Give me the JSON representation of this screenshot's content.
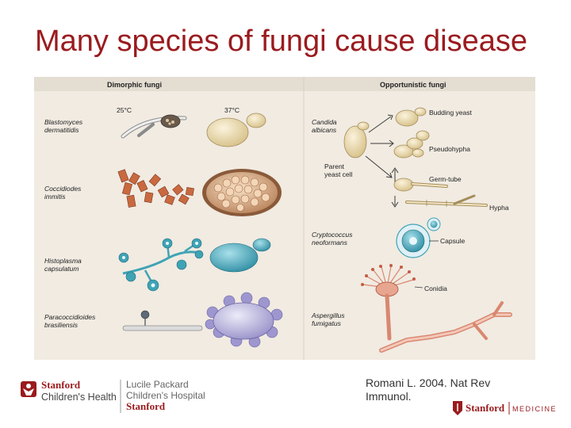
{
  "slide": {
    "title": "Many species of fungi cause disease",
    "citation_line1": "Romani L. 2004. Nat Rev",
    "citation_line2": "Immunol."
  },
  "figure": {
    "dimorphic_header": "Dimorphic fungi",
    "opportunistic_header": "Opportunistic fungi",
    "temp_25": "25°C",
    "temp_37": "37°C",
    "species_left": [
      {
        "line1": "Blastomyces",
        "line2": "dermatitidis"
      },
      {
        "line1": "Coccidiodes",
        "line2": "immitis"
      },
      {
        "line1": "Histoplasma",
        "line2": "capsulatum"
      },
      {
        "line1": "Paracoccidioides",
        "line2": "brasiliensis"
      }
    ],
    "species_right": [
      {
        "line1": "Candida",
        "line2": "albicans"
      },
      {
        "line1": "Cryptococcus",
        "line2": "neoformans"
      },
      {
        "line1": "Aspergillus",
        "line2": "fumigatus"
      }
    ],
    "candida_labels": {
      "budding_yeast": "Budding yeast",
      "pseudohypha": "Pseudohypha",
      "parent_line1": "Parent",
      "parent_line2": "yeast cell",
      "germ_tube": "Germ-tube",
      "hypha": "Hypha"
    },
    "capsule": "Capsule",
    "conidia": "Conidia"
  },
  "logos": {
    "stanford_childrens": {
      "line1": "Stanford",
      "line2": "Children's Health"
    },
    "lucile_packard": {
      "line1": "Lucile Packard",
      "line2": "Children's Hospital",
      "line3": "Stanford"
    },
    "stanford_medicine": {
      "stanford": "Stanford",
      "medicine": "MEDICINE"
    }
  },
  "colors": {
    "title": "#9a1b1e",
    "figure_bg": "#f1ebe2",
    "yeast_tan": "#e7d7aa",
    "coccidioides": "#c9693f",
    "histoplasma": "#3fa3b5",
    "paracocci": "#b5b0d9",
    "aspergillus": "#d98870"
  }
}
